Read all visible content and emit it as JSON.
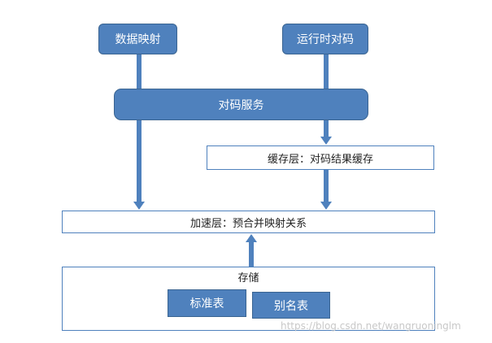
{
  "nodes": {
    "data_mapping": "数据映射",
    "runtime_mapping": "运行时对码",
    "mapping_service": "对码服务",
    "cache_layer": "缓存层：对码结果缓存",
    "accel_layer": "加速层：预合并映射关系",
    "storage": "存储",
    "standard_table": "标准表",
    "alias_table": "别名表"
  },
  "watermark": "https://blog.csdn.net/wangruoninglm",
  "colors": {
    "box_fill": "#4f81bd",
    "box_border": "#3a6491",
    "frame_border": "#4f81bd",
    "arrow": "#4f81bd"
  }
}
